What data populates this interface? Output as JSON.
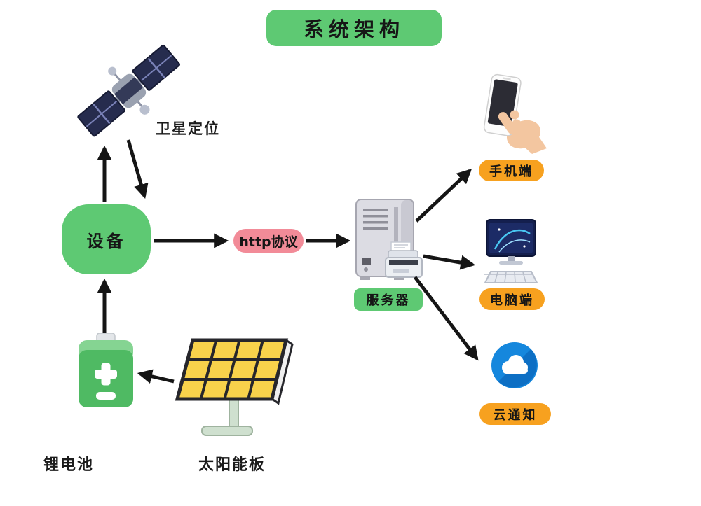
{
  "title": "系统架构",
  "nodes": {
    "satellite": {
      "label": "卫星定位",
      "icon": "satellite-icon"
    },
    "device": {
      "label": "设备",
      "shape": "green-rounded-box"
    },
    "http": {
      "label": "http协议",
      "shape": "pink-pill"
    },
    "server": {
      "label": "服务器",
      "icon": "server-icon",
      "shape": "green-pill"
    },
    "mobile": {
      "label": "手机端",
      "icon": "phone-hand-icon",
      "shape": "orange-pill"
    },
    "pc": {
      "label": "电脑端",
      "icon": "computer-icon",
      "shape": "orange-pill"
    },
    "cloud": {
      "label": "云通知",
      "icon": "cloud-icon",
      "shape": "orange-pill"
    },
    "battery": {
      "label": "锂电池",
      "icon": "battery-icon"
    },
    "solar": {
      "label": "太阳能板",
      "icon": "solar-panel-icon"
    }
  },
  "edges": [
    {
      "from": "设备",
      "to": "卫星定位",
      "type": "arrow"
    },
    {
      "from": "卫星定位",
      "to": "设备",
      "type": "arrow"
    },
    {
      "from": "设备",
      "to": "http协议",
      "type": "arrow"
    },
    {
      "from": "http协议",
      "to": "服务器",
      "type": "arrow"
    },
    {
      "from": "服务器",
      "to": "手机端",
      "type": "arrow"
    },
    {
      "from": "服务器",
      "to": "电脑端",
      "type": "arrow"
    },
    {
      "from": "服务器",
      "to": "云通知",
      "type": "arrow"
    },
    {
      "from": "锂电池",
      "to": "设备",
      "type": "arrow"
    },
    {
      "from": "太阳能板",
      "to": "锂电池",
      "type": "arrow"
    }
  ],
  "colors": {
    "green": "#5ec973",
    "pink": "#f28b98",
    "orange": "#f7a11f",
    "cloud_blue": "#1587dd",
    "cloud_blue_dark": "#0d6fc4",
    "panel_yellow": "#f8d24b",
    "battery_green": "#4fba63",
    "arrow": "#151515",
    "background": "#ffffff"
  }
}
